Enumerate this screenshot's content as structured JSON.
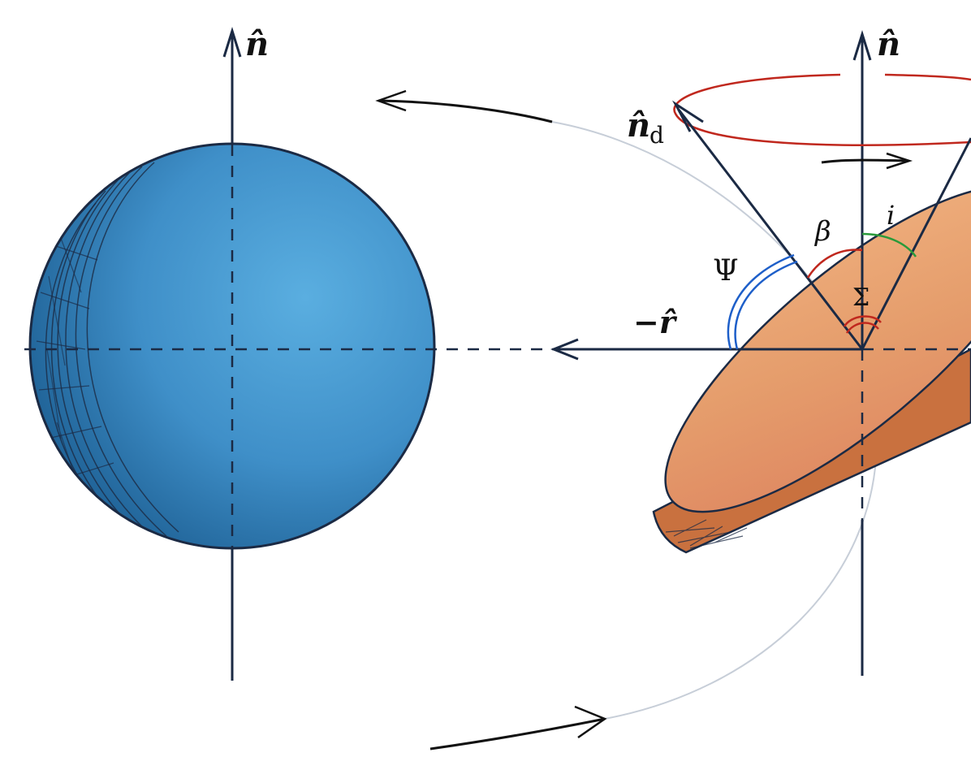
{
  "labels": {
    "n_hat_left": "n̂",
    "n_hat_right": "n̂",
    "n_hat_d_main": "n̂",
    "n_hat_d_sub": "d",
    "minus_r_hat": "−r̂",
    "psi": "Ψ",
    "beta": "β",
    "incl": "i",
    "sigma": "Σ"
  },
  "colors": {
    "axis": "#1b2a44",
    "planet_dark": "#1d5f93",
    "planet_mid": "#3f8fc8",
    "planet_light": "#5aaee0",
    "disk_top": "#e59d6c",
    "disk_rim": "#c9713f",
    "precession_cone": "#c0281e",
    "beta_arc": "#c0281e",
    "sigma_arc": "#c0281e",
    "incl_arc": "#2a9a3a",
    "psi_arc": "#1e5fc9",
    "orbit": "#c7ced8",
    "arrow": "#111111"
  },
  "icons": {
    "arrowhead": "open-chevron-arrowhead"
  }
}
